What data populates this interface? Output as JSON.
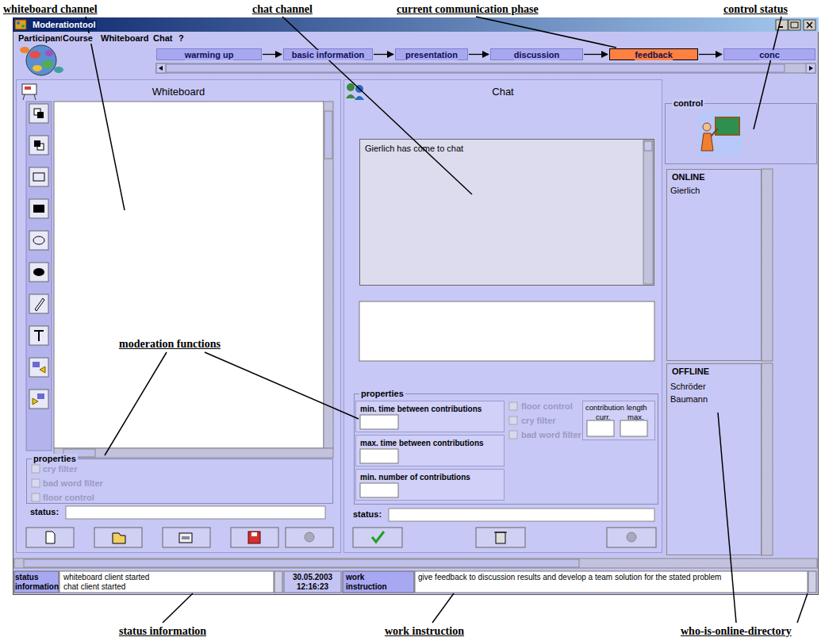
{
  "diagram": {
    "nodes": [
      {
        "text": [
          "Moderationtool"
        ]
      },
      {
        "text": [
          "warming up"
        ],
        "in": 0
      },
      {
        "text": [
          "basic information"
        ],
        "in": 0
      },
      {
        "text": [
          "presentation"
        ],
        "in": 0
      },
      {
        "text": [
          "discussion"
        ],
        "in": 0
      },
      {
        "text": [
          "feedback"
        ],
        "in": 0
      },
      {
        "text": [
          "conc"
        ],
        "in": 0
      },
      {
        "text": [
          "Whiteboard"
        ],
        "in": 0
      },
      {
        "text": [
          "properties",
          "cry filter",
          "bad word filter",
          "floor control"
        ],
        "in": 7
      },
      {
        "text": [
          "Chat"
        ],
        "in": 0
      },
      {
        "text": [
          "Gierlich has come to chat"
        ],
        "in": 9
      },
      {
        "text": [
          "properties",
          "floor control",
          "cry filter",
          "bad word filter"
        ],
        "in": 9
      },
      {
        "text": [
          "min. time between contributions"
        ],
        "in": 11
      },
      {
        "text": [
          "max. time between contributions"
        ],
        "in": 11
      },
      {
        "text": [
          "min. number of contributions"
        ],
        "in": 11
      },
      {
        "text": [
          "contribution length",
          "curr.",
          "max."
        ],
        "in": 11
      },
      {
        "text": [
          "control"
        ],
        "in": 0
      },
      {
        "text": [
          "ONLINE",
          "Gierlich"
        ],
        "in": 0
      },
      {
        "text": [
          "OFFLINE",
          "Schröder",
          "Baumann"
        ],
        "in": 0
      }
    ],
    "edges": [
      {
        "from": 1,
        "to": 2,
        "arrow": "to"
      },
      {
        "from": 2,
        "to": 3,
        "arrow": "to"
      },
      {
        "from": 3,
        "to": 4,
        "arrow": "to"
      },
      {
        "from": 4,
        "to": 5,
        "arrow": "to"
      },
      {
        "from": 5,
        "to": 6,
        "arrow": "to"
      }
    ],
    "labels": [
      "whiteboard channel",
      "chat channel",
      "current communication phase",
      "control status",
      "moderation functions",
      "status information",
      "work instruction",
      "who-is-online-directory",
      "Participant",
      "Course",
      "Whiteboard",
      "Chat",
      "?",
      "status:",
      "status:",
      "status information",
      "whiteboard client started",
      "chat client started",
      "30.05.2003",
      "12:16:23",
      "work instruction",
      "give feedback to discussion results and develop a team solution for the stated problem"
    ]
  }
}
